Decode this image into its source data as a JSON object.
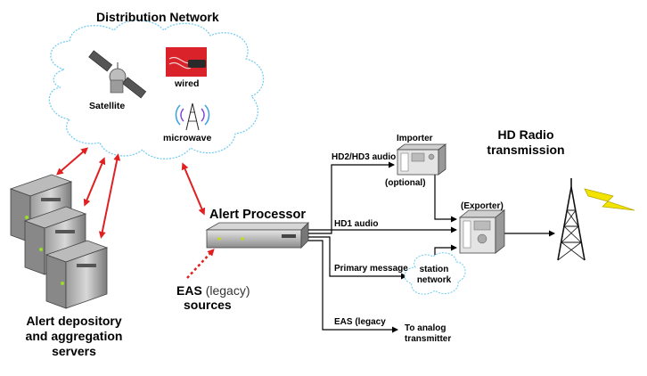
{
  "cloud": {
    "title": "Distribution Network",
    "satellite_label": "Satellite",
    "wired_label": "wired",
    "microwave_label": "microwave"
  },
  "servers": {
    "label": "Alert depository and aggregation servers"
  },
  "alert_processor": {
    "label": "Alert Processor"
  },
  "eas_sources": {
    "eas": "EAS",
    "legacy": "(legacy)",
    "sources": "sources"
  },
  "importer": {
    "label": "Importer",
    "optional": "(optional)"
  },
  "exporter": {
    "label": "(Exporter)"
  },
  "links": {
    "hd2_hd3": "HD2/HD3 audio",
    "hd1": "HD1 audio",
    "primary_message": "Primary message",
    "eas_legacy": "EAS (legacy"
  },
  "station_network": {
    "label": "station network"
  },
  "analog": {
    "label": "To analog transmitter"
  },
  "hd_radio": {
    "label": "HD Radio transmission"
  },
  "colors": {
    "arrow_red": "#e02020",
    "cloud_border": "#6ecbf0",
    "wired_bg": "#d9222a",
    "lightning": "#f2e400"
  }
}
